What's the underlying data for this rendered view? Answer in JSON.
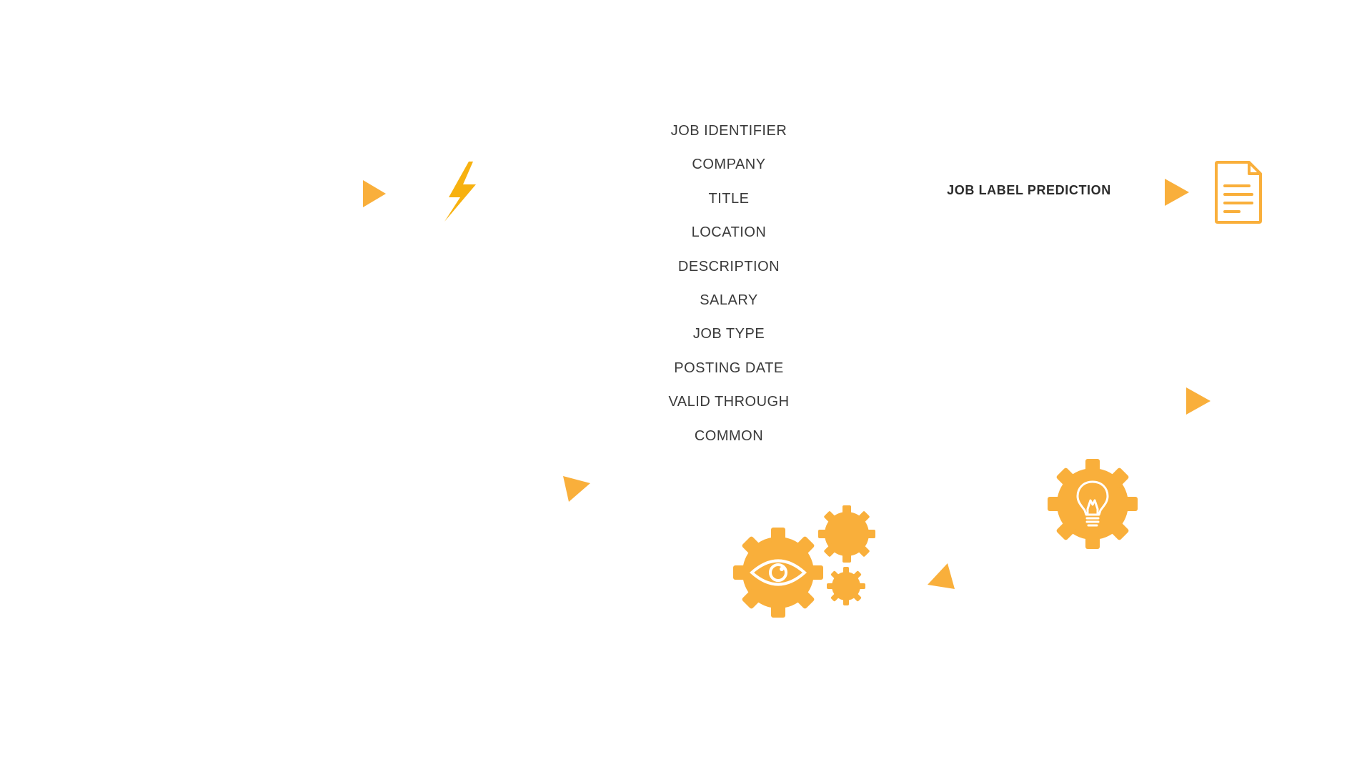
{
  "colors": {
    "accent": "#F9AF3B",
    "bolt": "#F7B10F",
    "text": "#3A3A3A",
    "label": "#2B2B2B"
  },
  "input_fields": [
    "JOB IDENTIFIER",
    "COMPANY",
    "TITLE",
    "LOCATION",
    "DESCRIPTION",
    "SALARY",
    "JOB TYPE",
    "POSTING DATE",
    "VALID THROUGH",
    "COMMON"
  ],
  "output": {
    "label": "JOB LABEL PREDICTION"
  },
  "icons": [
    "lightning-bolt-icon",
    "document-icon",
    "eye-gear-icon",
    "lightbulb-gear-icon",
    "small-gear-icon",
    "arrow-triangle-icon"
  ]
}
